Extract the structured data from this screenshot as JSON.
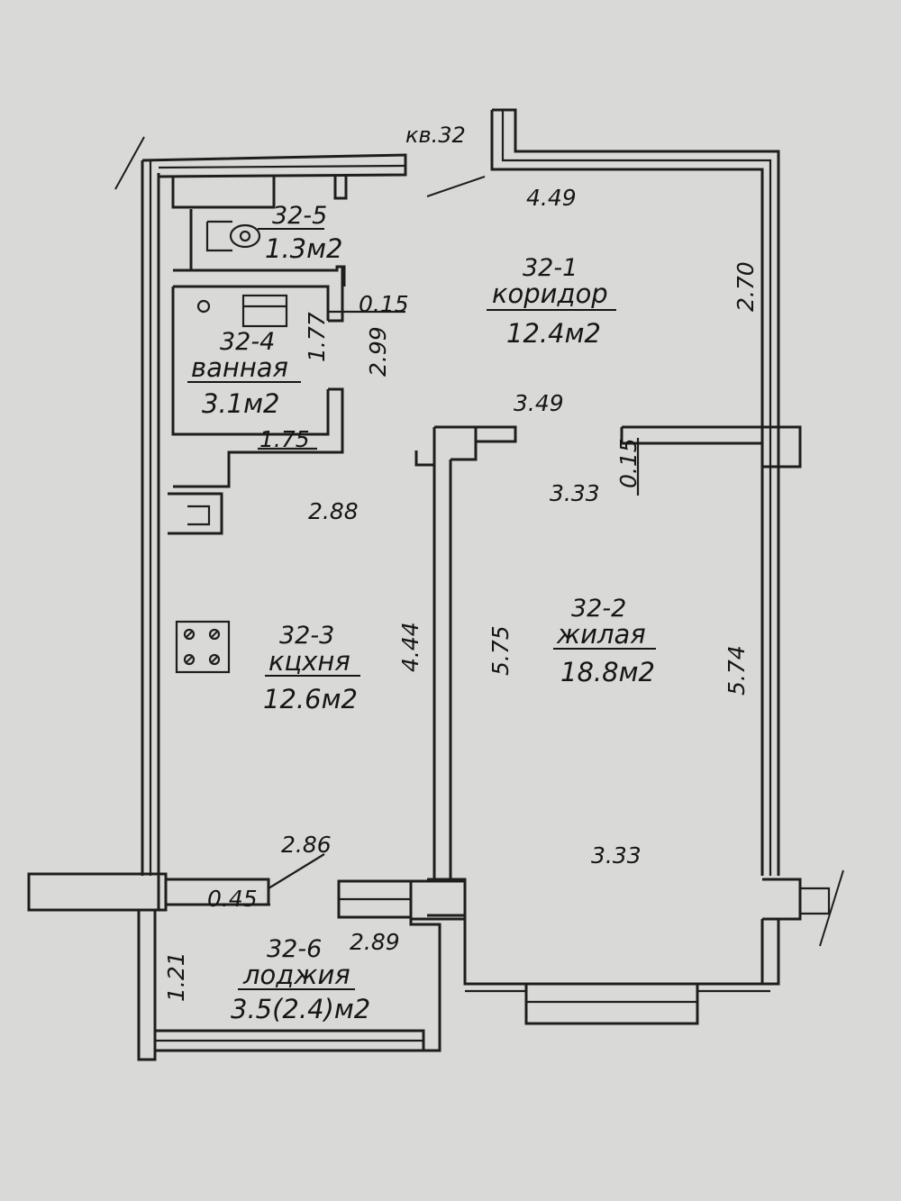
{
  "apartment_label": "кв.32",
  "rooms": {
    "corridor": {
      "id": "32-1",
      "name": "коридор",
      "area": "12.4м2"
    },
    "living": {
      "id": "32-2",
      "name": "жилая",
      "area": "18.8м2"
    },
    "kitchen": {
      "id": "32-3",
      "name": "кцхня",
      "area": "12.6м2"
    },
    "bathroom": {
      "id": "32-4",
      "name": "ванная",
      "area": "3.1м2"
    },
    "toilet": {
      "id": "32-5",
      "name": "",
      "area": "1.3м2"
    },
    "loggia": {
      "id": "32-6",
      "name": "лоджия",
      "area": "3.5(2.4)м2"
    }
  },
  "dimensions": {
    "corridor_width": "4.49",
    "corridor_length": "2.70",
    "corridor_inner": "3.49",
    "wall_thickness_a": "0.15",
    "wall_thickness_b": "0.15",
    "bath_height": "1.77",
    "bath_block_height": "2.99",
    "bath_width": "1.75",
    "kitchen_width": "2.88",
    "kitchen_length": "4.44",
    "kitchen_bottom": "2.86",
    "living_width_top": "3.33",
    "living_width_bottom": "3.33",
    "living_length_left": "5.75",
    "living_length_right": "5.74",
    "loggia_wall": "0.45",
    "loggia_width": "2.89",
    "loggia_depth": "1.21"
  }
}
